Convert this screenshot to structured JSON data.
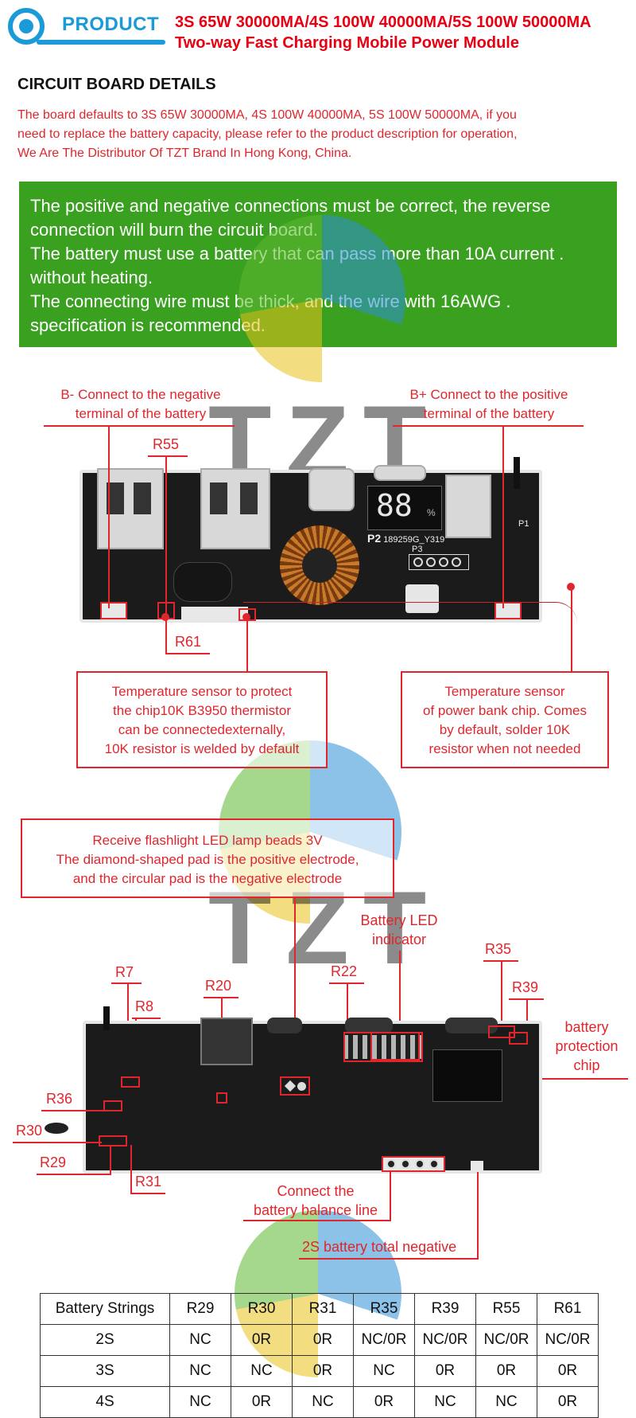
{
  "header": {
    "logo_word": "PRODUCT",
    "title_line1": "3S 65W 30000MA/4S 100W 40000MA/5S 100W 50000MA",
    "title_line2": "Two-way Fast Charging Mobile Power Module"
  },
  "section": {
    "title": "CIRCUIT BOARD DETAILS",
    "intro_line1": "The board defaults to 3S 65W 30000MA, 4S 100W 40000MA, 5S 100W 50000MA, if you",
    "intro_line2": "need to replace the battery capacity, please refer to the product description for operation,",
    "intro_line3": "We Are The Distributor Of TZT Brand In Hong Kong, China."
  },
  "notice": {
    "line1": "The positive and negative connections must be correct, the reverse",
    "line2": "connection will burn the circuit board.",
    "line3": "The battery must use a battery that can pass more than 10A current .",
    "line4": "without heating.",
    "line5": "The connecting wire must be thick, and the wire with 16AWG .",
    "line6": "specification is recommended."
  },
  "watermark": "TZT",
  "board1": {
    "b_minus_line1": "B- Connect to the negative",
    "b_minus_line2": "terminal of the battery",
    "b_plus_line1": "B+ Connect to the positive",
    "b_plus_line2": "terminal of the battery",
    "r55": "R55",
    "r61": "R61",
    "display_digits": "88",
    "display_unit": "%",
    "silk_p2": "P2",
    "silk_code": "189259G_Y319",
    "silk_p3": "P3",
    "silk_p1": "P1",
    "temp_chip_line1": "Temperature sensor to protect",
    "temp_chip_line2": "the chip10K B3950 thermistor",
    "temp_chip_line3": "can be connectedexternally,",
    "temp_chip_line4": "10K resistor is welded by default",
    "temp_bank_line1": "Temperature sensor",
    "temp_bank_line2": "of power bank chip. Comes",
    "temp_bank_line3": "by default, solder 10K",
    "temp_bank_line4": "resistor when not needed"
  },
  "board2": {
    "flash_line1": "Receive flashlight LED lamp beads 3V",
    "flash_line2": "The diamond-shaped pad is the positive electrode,",
    "flash_line3": "and the circular pad is the negative electrode",
    "led_line1": "Battery LED",
    "led_line2": "indicator",
    "r7": "R7",
    "r8": "R8",
    "r20": "R20",
    "r22": "R22",
    "r35": "R35",
    "r39": "R39",
    "r36": "R36",
    "r30": "R30",
    "r29": "R29",
    "r31": "R31",
    "bpc_line1": "battery",
    "bpc_line2": "protection",
    "bpc_line3": "chip",
    "balance_line1": "Connect the",
    "balance_line2": "battery balance line",
    "negative_2s": "2S battery total negative"
  },
  "table": {
    "headers": [
      "Battery Strings",
      "R29",
      "R30",
      "R31",
      "R35",
      "R39",
      "R55",
      "R61"
    ],
    "rows": [
      [
        "2S",
        "NC",
        "0R",
        "0R",
        "NC/0R",
        "NC/0R",
        "NC/0R",
        "NC/0R"
      ],
      [
        "3S",
        "NC",
        "NC",
        "0R",
        "NC",
        "0R",
        "0R",
        "0R"
      ],
      [
        "4S",
        "NC",
        "0R",
        "NC",
        "0R",
        "NC",
        "NC",
        "0R"
      ]
    ]
  },
  "colors": {
    "accent_blue": "#1a9ad6",
    "title_red": "#e60012",
    "annotation_red": "#e0262d",
    "notice_green": "#3aa020",
    "pcb_black": "#1b1b1b"
  }
}
